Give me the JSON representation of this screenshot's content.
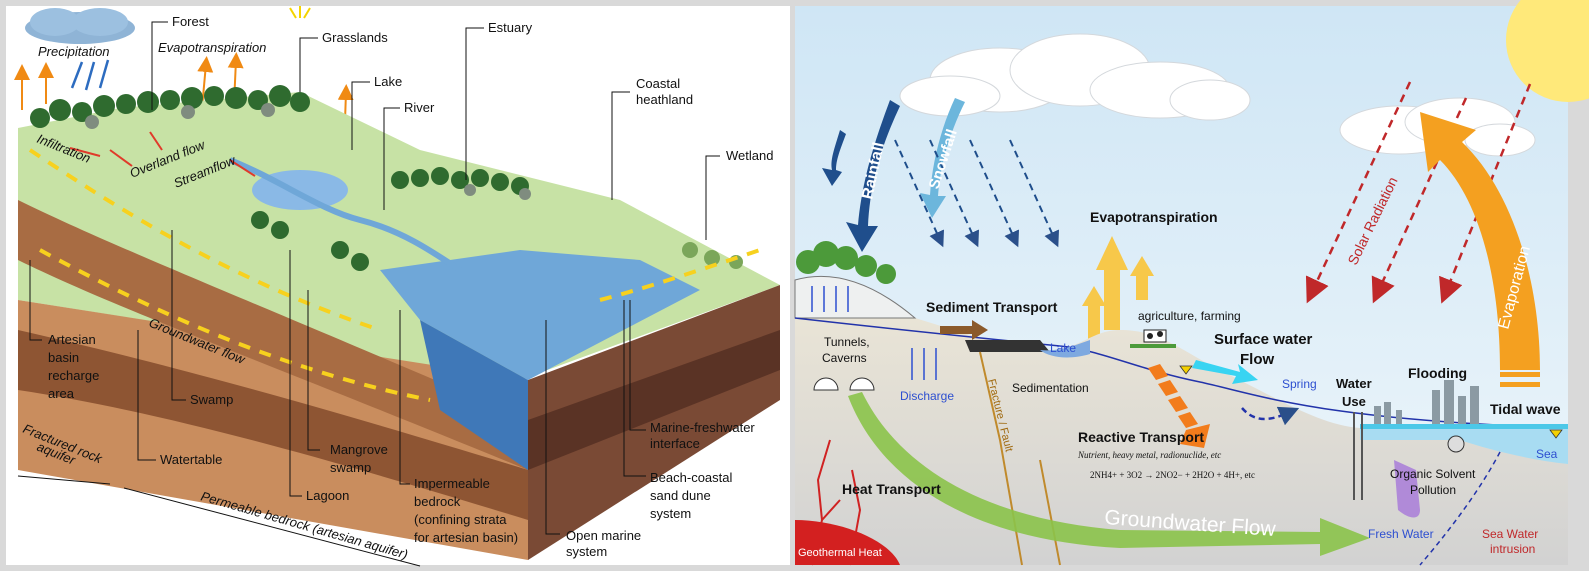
{
  "left_panel": {
    "labels": {
      "precipitation": "Precipitation",
      "forest": "Forest",
      "evapotranspiration": "Evapotranspiration",
      "grasslands": "Grasslands",
      "estuary": "Estuary",
      "lake": "Lake",
      "river": "River",
      "coastal_heathland_1": "Coastal",
      "coastal_heathland_2": "heathland",
      "wetland": "Wetland",
      "infiltration": "Infiltration",
      "overland_flow": "Overland flow",
      "streamflow": "Streamflow",
      "groundwater_flow": "Groundwater flow",
      "artesian_1": "Artesian",
      "artesian_2": "basin",
      "artesian_3": "recharge",
      "artesian_4": "area",
      "swamp": "Swamp",
      "watertable": "Watertable",
      "fractured_1": "Fractured rock",
      "fractured_2": "aquifer",
      "mangrove_1": "Mangrove",
      "mangrove_2": "swamp",
      "lagoon": "Lagoon",
      "impermeable_1": "Impermeable",
      "impermeable_2": "bedrock",
      "impermeable_3": "(confining strata",
      "impermeable_4": "for artesian basin)",
      "marine_fw_1": "Marine-freshwater",
      "marine_fw_2": "interface",
      "beach_1": "Beach-coastal",
      "beach_2": "sand dune",
      "beach_3": "system",
      "open_marine_1": "Open marine",
      "open_marine_2": "system",
      "permeable": "Permeable bedrock (artesian aquifer)"
    }
  },
  "right_panel": {
    "labels": {
      "rainfall": "Rainfall",
      "snowfall": "Snowfall",
      "evapotranspiration": "Evapotranspiration",
      "solar_radiation": "Solar Radiation",
      "evaporation": "Evaporation",
      "sediment_transport": "Sediment Transport",
      "agriculture": "agriculture, farming",
      "surface_flow_1": "Surface water",
      "surface_flow_2": "Flow",
      "tunnels_1": "Tunnels,",
      "tunnels_2": "Caverns",
      "lake": "Lake",
      "discharge": "Discharge",
      "sedimentation": "Sedimentation",
      "fracture": "Fracture / Fault",
      "spring": "Spring",
      "water_use_1": "Water",
      "water_use_2": "Use",
      "flooding": "Flooding",
      "tidal_wave": "Tidal wave",
      "sea": "Sea",
      "reactive_transport": "Reactive Transport",
      "reactive_sub": "Nutrient, heavy metal, radionuclide, etc",
      "reaction_eq": "2NH4+ + 3O2 → 2NO2− + 2H2O + 4H+, etc",
      "organic_1": "Organic Solvent",
      "organic_2": "Pollution",
      "heat_transport": "Heat Transport",
      "groundwater_flow": "Groundwater Flow",
      "fresh_water": "Fresh Water",
      "sea_water_1": "Sea Water",
      "sea_water_2": "intrusion",
      "geothermal": "Geothermal Heat"
    }
  },
  "colors": {
    "background": "#d9d9d9",
    "sky": "#dcedf8",
    "soil_brown": "#b8835a",
    "water_blue": "#6fa7d8",
    "grass_green": "#b7d79b",
    "groundwater_arrow": "#8bc34a",
    "evaporation_arrow": "#f4a020",
    "solar_red": "#c0282a"
  }
}
